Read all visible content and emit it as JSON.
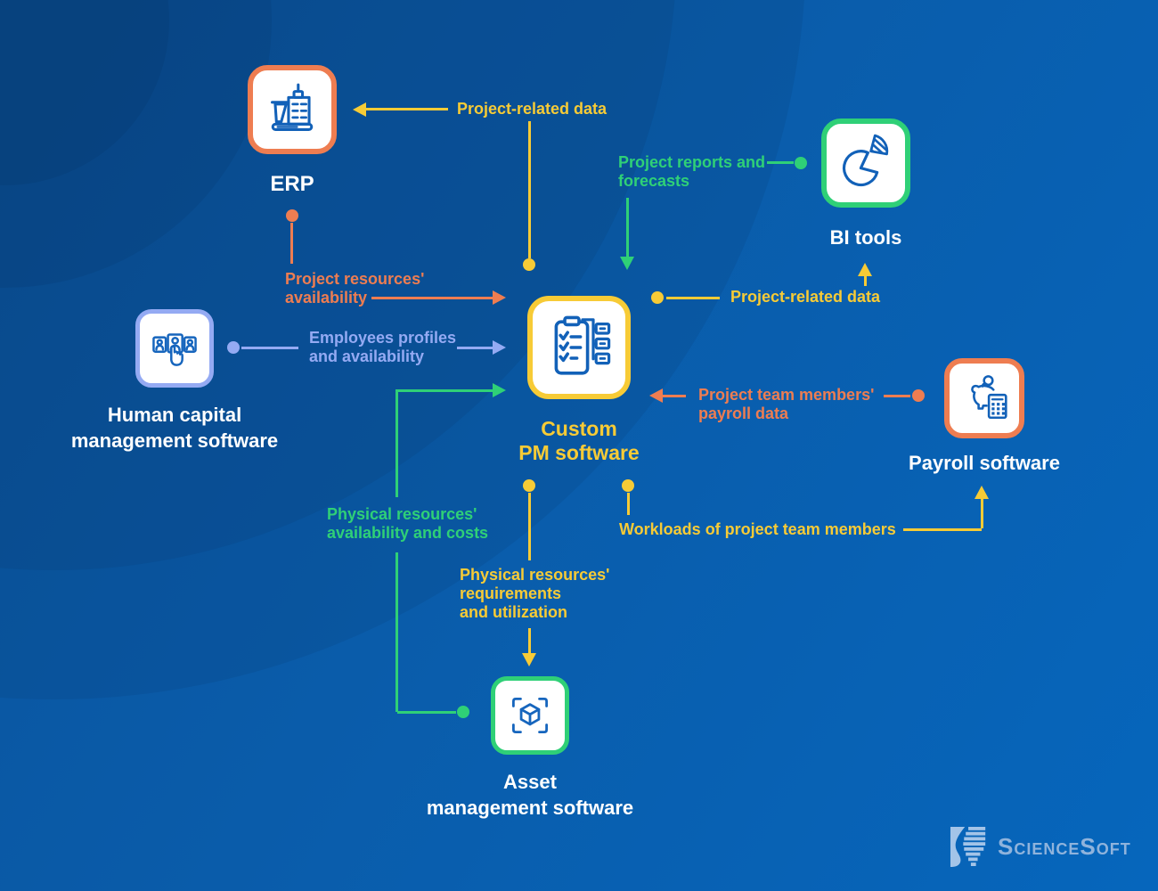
{
  "nodes": {
    "erp": {
      "label": "ERP",
      "icon": "building-icon",
      "border_color": "#ee7d51"
    },
    "bi": {
      "label": "BI tools",
      "icon": "pie-chart-icon",
      "border_color": "#2fd077"
    },
    "hcm": {
      "label_line1": "Human capital",
      "label_line2": "management software",
      "icon": "people-cards-icon",
      "border_color": "#94aaf3"
    },
    "pm": {
      "label_line1": "Custom",
      "label_line2": "PM software",
      "icon": "checklist-flow-icon",
      "border_color": "#f7cb36",
      "label_color": "#f7cb36"
    },
    "payroll": {
      "label": "Payroll software",
      "icon": "piggy-bank-calculator-icon",
      "border_color": "#ee7d51"
    },
    "asset": {
      "label_line1": "Asset",
      "label_line2": "management software",
      "icon": "cube-scan-icon",
      "border_color": "#2fd077"
    }
  },
  "edges": {
    "pm_to_erp": {
      "label": "Project-related data",
      "color": "#f7cb36"
    },
    "bi_to_pm": {
      "label_line1": "Project reports and",
      "label_line2": "forecasts",
      "color": "#2fd077"
    },
    "pm_to_bi": {
      "label": "Project-related data",
      "color": "#f7cb36"
    },
    "erp_to_pm": {
      "label_line1": "Project resources'",
      "label_line2": "availability",
      "color": "#ee7d51"
    },
    "hcm_to_pm": {
      "label_line1": "Employees profiles",
      "label_line2": "and availability",
      "color": "#94aaf3"
    },
    "asset_to_pm": {
      "label_line1": "Physical resources'",
      "label_line2": "availability and costs",
      "color": "#2fd077"
    },
    "pm_to_asset": {
      "label_line1": "Physical resources'",
      "label_line2": "requirements",
      "label_line3": "and utilization",
      "color": "#f7cb36"
    },
    "pm_to_payroll": {
      "label": "Workloads of project team members",
      "color": "#f7cb36"
    },
    "payroll_to_pm": {
      "label_line1": "Project team members'",
      "label_line2": "payroll data",
      "color": "#ee7d51"
    }
  },
  "logo": {
    "text": "ScienceSoft",
    "icon": "sciencesoft-mark"
  },
  "colors": {
    "background_blue": "#0a5caa",
    "dark_circle_overlay": "#0d4b8a",
    "yellow": "#f7cb36",
    "orange": "#ee7d51",
    "green": "#2fd077",
    "periwinkle": "#94aaf3",
    "icon_stroke": "#1261b8",
    "node_background": "#ffffff",
    "node_label_white": "#ffffff",
    "logo_blue": "#8fb3dc"
  }
}
